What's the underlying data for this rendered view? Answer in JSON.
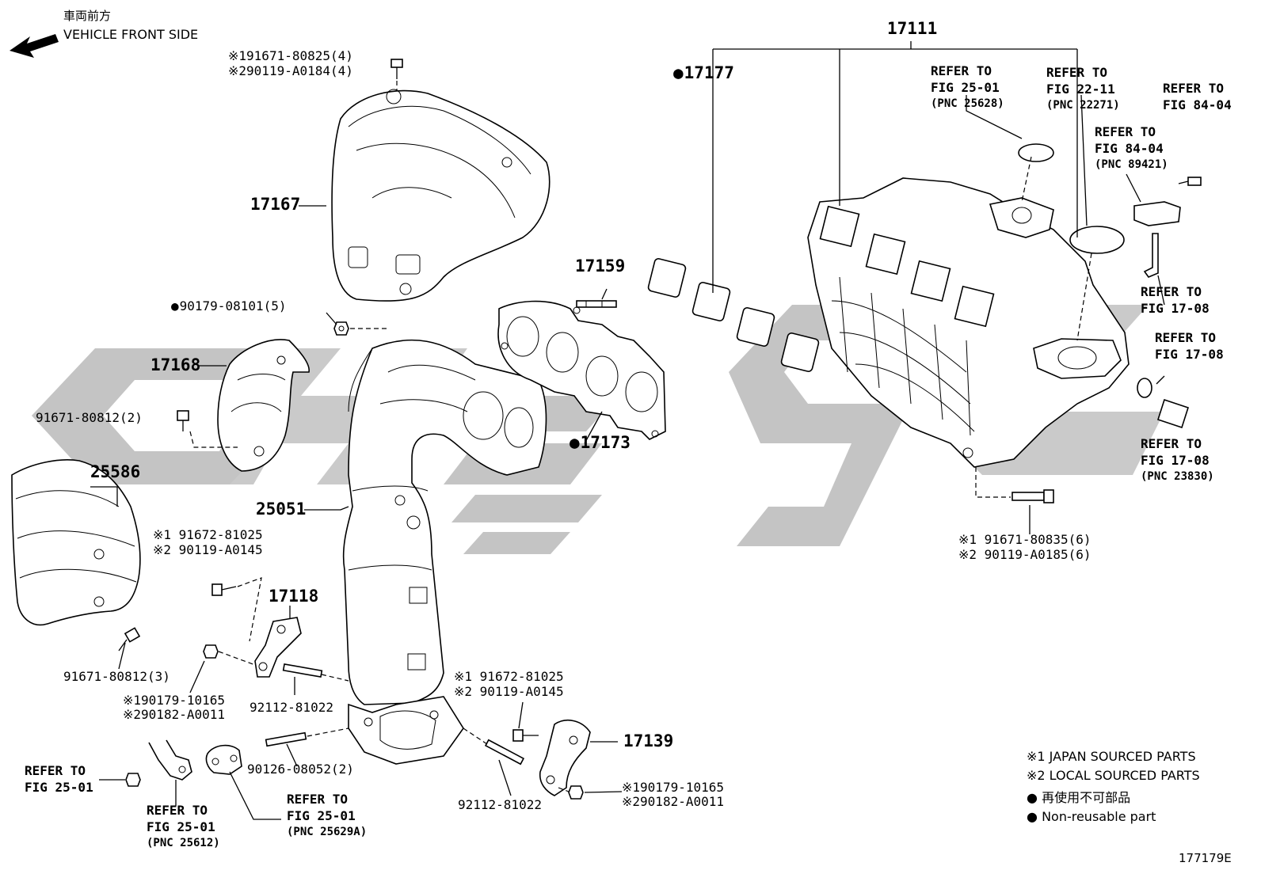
{
  "header": {
    "front_jp": "車両前方",
    "front_en": "VEHICLE FRONT SIDE"
  },
  "parts": {
    "p17111": "17111",
    "p17177": "17177",
    "p17167": "17167",
    "p17168": "17168",
    "p17159": "17159",
    "p17173": "17173",
    "p25586": "25586",
    "p25051": "25051",
    "p17118": "17118",
    "p17139": "17139"
  },
  "fasteners": {
    "f_top_1": "※191671-80825(4)",
    "f_top_2": "※290119-A0184(4)",
    "f_90179_08101": "90179-08101(5)",
    "f_91671_80812_2": "91671-80812(2)",
    "f_mid_1": "※1 91672-81025",
    "f_mid_2": "※2 90119-A0145",
    "f_91671_80812_3": "91671-80812(3)",
    "f_left_nut_1": "※190179-10165",
    "f_left_nut_2": "※290182-A0011",
    "f_92112_left": "92112-81022",
    "f_90126": "90126-08052(2)",
    "f_right_bolt_1": "※1 91672-81025",
    "f_right_bolt_2": "※2 90119-A0145",
    "f_92112_right": "92112-81022",
    "f_right_nut_1": "※190179-10165",
    "f_right_nut_2": "※290182-A0011",
    "f_intake_1": "※1 91671-80835(6)",
    "f_intake_2": "※2 90119-A0185(6)"
  },
  "references": {
    "r1": [
      "REFER TO",
      "FIG 25-01",
      "(PNC 25628)"
    ],
    "r2": [
      "REFER TO",
      "FIG 22-11",
      "(PNC 22271)"
    ],
    "r3": [
      "REFER TO",
      "FIG 84-04"
    ],
    "r4": [
      "REFER TO",
      "FIG 84-04",
      "(PNC 89421)"
    ],
    "r5": [
      "REFER TO",
      "FIG 17-08"
    ],
    "r6": [
      "REFER TO",
      "FIG 17-08"
    ],
    "r7": [
      "REFER TO",
      "FIG 17-08",
      "(PNC 23830)"
    ],
    "r8": [
      "REFER TO",
      "FIG 25-01"
    ],
    "r9": [
      "REFER TO",
      "FIG 25-01",
      "(PNC 25612)"
    ],
    "r10": [
      "REFER TO",
      "FIG 25-01",
      "(PNC 25629A)"
    ]
  },
  "legend": {
    "l1": "※1 JAPAN SOURCED PARTS",
    "l2": "※2 LOCAL SOURCED PARTS",
    "l3": "再使用不可部品",
    "l4": "Non-reusable part"
  },
  "figure_id": "177179E",
  "watermark_color": "#c4c4c4"
}
